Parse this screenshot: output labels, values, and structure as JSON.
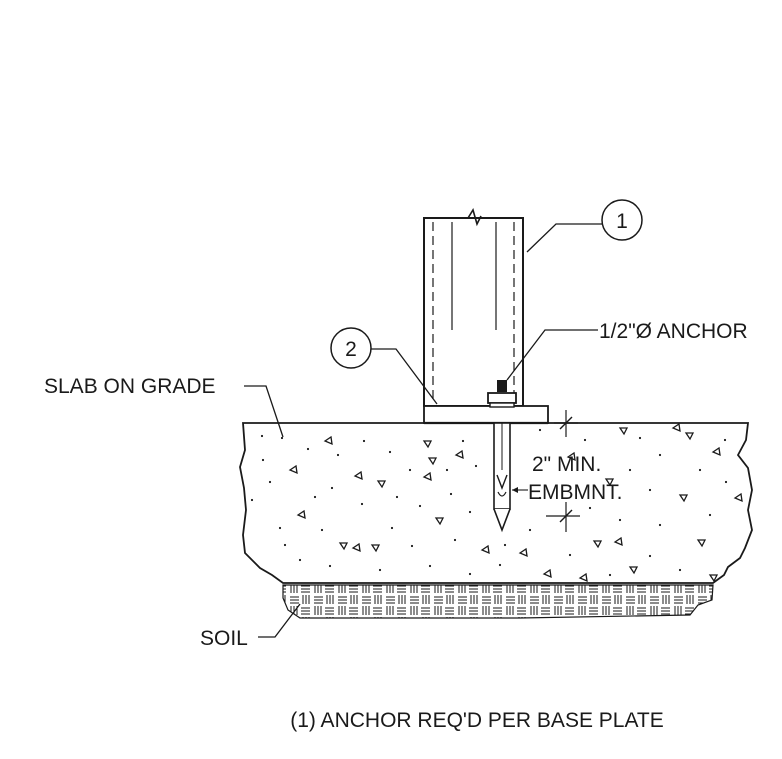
{
  "callouts": {
    "one": "1",
    "two": "2"
  },
  "labels": {
    "anchor": "1/2\"Ø ANCHOR",
    "slab": "SLAB ON GRADE",
    "embed_line1": "2\" MIN.",
    "embed_line2": "EMBMNT.",
    "soil": "SOIL"
  },
  "note": "(1) ANCHOR REQ'D PER BASE PLATE",
  "colors": {
    "ink": "#1a1a1a",
    "background": "#ffffff"
  }
}
